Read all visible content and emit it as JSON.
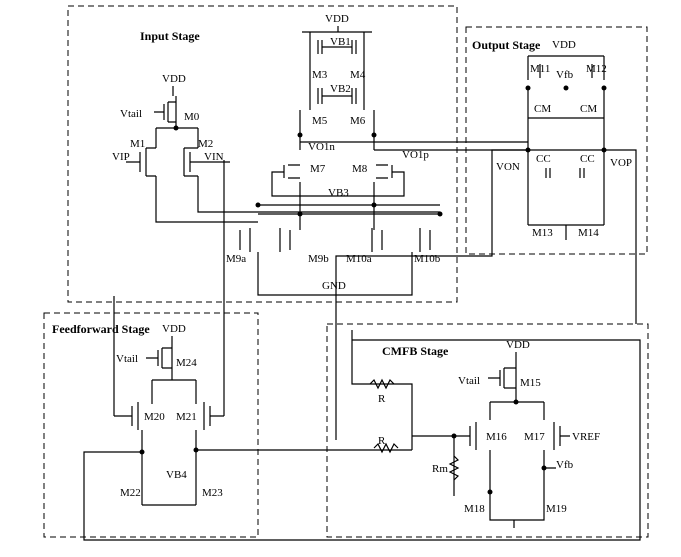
{
  "stages": {
    "input": "Input Stage",
    "output": "Output Stage",
    "feedforward": "Feedforward Stage",
    "cmfb": "CMFB Stage"
  },
  "labels": {
    "vdd_top": "VDD",
    "vdd_input": "VDD",
    "vdd_output": "VDD",
    "vdd_ff": "VDD",
    "vdd_cmfb": "VDD",
    "vb1": "VB1",
    "vb2": "VB2",
    "vb3": "VB3",
    "vb4": "VB4",
    "vtail_in": "Vtail",
    "vtail_ff": "Vtail",
    "vtail_cmfb": "Vtail",
    "vip": "VIP",
    "vin": "VIN",
    "vo1n": "VO1n",
    "vo1p": "VO1p",
    "von": "VON",
    "vop": "VOP",
    "vfb_out": "Vfb",
    "vfb_cmfb": "Vfb",
    "vref": "VREF",
    "gnd": "GND",
    "r_top": "R",
    "r_bottom": "R",
    "rm": "Rm",
    "cm_left": "CM",
    "cm_right": "CM",
    "cc_left": "CC",
    "cc_right": "CC"
  },
  "devices": {
    "m0": "M0",
    "m1": "M1",
    "m2": "M2",
    "m3": "M3",
    "m4": "M4",
    "m5": "M5",
    "m6": "M6",
    "m7": "M7",
    "m8": "M8",
    "m9a": "M9a",
    "m9b": "M9b",
    "m10a": "M10a",
    "m10b": "M10b",
    "m11": "M11",
    "m12": "M12",
    "m13": "M13",
    "m14": "M14",
    "m15": "M15",
    "m16": "M16",
    "m17": "M17",
    "m18": "M18",
    "m19": "M19",
    "m20": "M20",
    "m21": "M21",
    "m22": "M22",
    "m23": "M23",
    "m24": "M24"
  }
}
